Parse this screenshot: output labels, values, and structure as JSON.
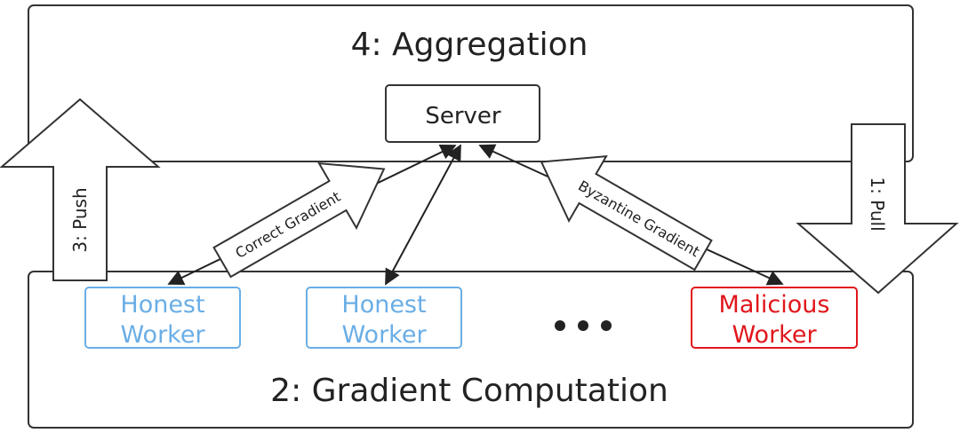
{
  "top_panel": {
    "title": "4: Aggregation"
  },
  "bottom_panel": {
    "title": "2: Gradient Computation"
  },
  "server": {
    "label": "Server"
  },
  "workers": [
    {
      "line1": "Honest",
      "line2": "Worker",
      "color": "#6aaee6"
    },
    {
      "line1": "Honest",
      "line2": "Worker",
      "color": "#6aaee6"
    },
    {
      "line1": "Malicious",
      "line2": "Worker",
      "color": "#e0161c"
    }
  ],
  "ellipsis_icon": "more-dots-icon",
  "arrows": {
    "push": "3: Push",
    "pull": "1: Pull",
    "correct_gradient": "Correct Gradient",
    "byzantine_gradient": "Byzantine Gradient"
  },
  "colors": {
    "stroke": "#333333",
    "honest": "#6aaee6",
    "malicious": "#e0161c"
  }
}
